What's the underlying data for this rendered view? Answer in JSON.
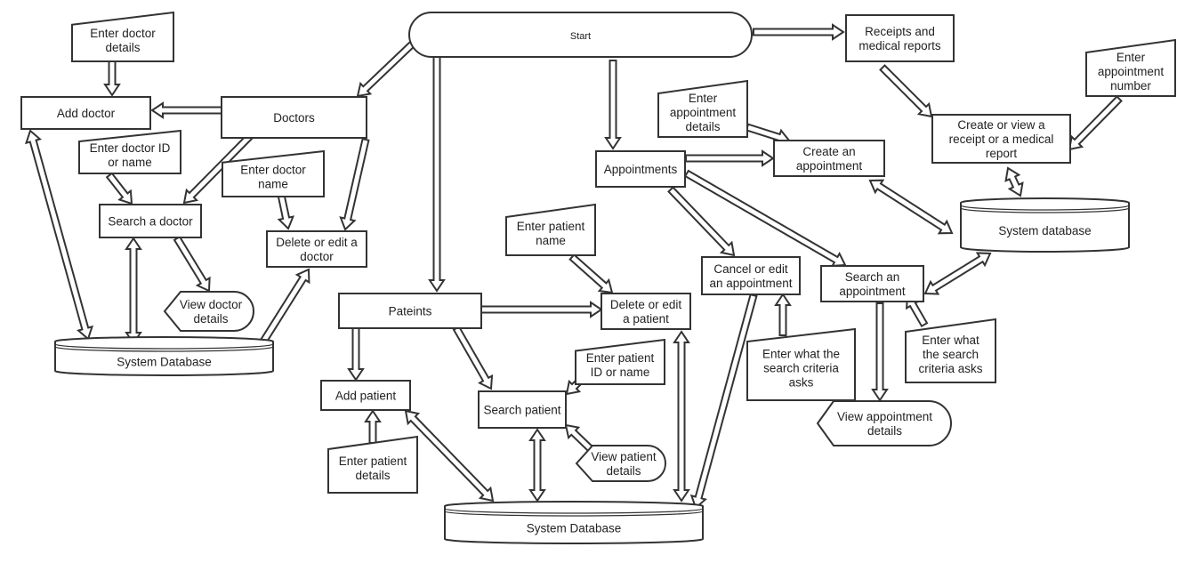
{
  "diagram": {
    "title": "Clinic management system flowchart",
    "colors": {
      "stroke": "#333333",
      "fill": "#ffffff",
      "text": "#222222"
    },
    "nodes": [
      {
        "id": "start",
        "type": "terminator",
        "lines": [
          "Start"
        ]
      },
      {
        "id": "doctors",
        "type": "process",
        "lines": [
          "Doctors"
        ]
      },
      {
        "id": "add_doctor",
        "type": "process",
        "lines": [
          "Add doctor"
        ]
      },
      {
        "id": "enter_doctor_details",
        "type": "manual-input",
        "lines": [
          "Enter doctor",
          "details"
        ]
      },
      {
        "id": "enter_doctor_id_or_name",
        "type": "manual-input",
        "lines": [
          "Enter doctor ID",
          "or name"
        ]
      },
      {
        "id": "enter_doctor_name",
        "type": "manual-input",
        "lines": [
          "Enter doctor",
          "name"
        ]
      },
      {
        "id": "search_doctor",
        "type": "process",
        "lines": [
          "Search a doctor"
        ]
      },
      {
        "id": "delete_edit_doctor",
        "type": "process",
        "lines": [
          "Delete or edit a",
          "doctor"
        ]
      },
      {
        "id": "view_doctor_details",
        "type": "display",
        "lines": [
          "View doctor",
          "details"
        ]
      },
      {
        "id": "db_doctors",
        "type": "database",
        "lines": [
          "System Database"
        ]
      },
      {
        "id": "patients",
        "type": "process",
        "lines": [
          "Pateints"
        ]
      },
      {
        "id": "enter_patient_name",
        "type": "manual-input",
        "lines": [
          "Enter patient",
          "name"
        ]
      },
      {
        "id": "delete_edit_patient",
        "type": "process",
        "lines": [
          "Delete or edit",
          "a patient"
        ]
      },
      {
        "id": "enter_patient_id_or_name",
        "type": "manual-input",
        "lines": [
          "Enter patient",
          "ID or name"
        ]
      },
      {
        "id": "add_patient",
        "type": "process",
        "lines": [
          "Add patient"
        ]
      },
      {
        "id": "search_patient",
        "type": "process",
        "lines": [
          "Search patient"
        ]
      },
      {
        "id": "enter_patient_details",
        "type": "manual-input",
        "lines": [
          "Enter patient",
          "details"
        ]
      },
      {
        "id": "view_patient_details",
        "type": "display",
        "lines": [
          "View patient",
          "details"
        ]
      },
      {
        "id": "db_patients",
        "type": "database",
        "lines": [
          "System Database"
        ]
      },
      {
        "id": "appointments",
        "type": "process",
        "lines": [
          "Appointments"
        ]
      },
      {
        "id": "enter_appointment_details",
        "type": "manual-input",
        "lines": [
          "Enter",
          "appointment",
          "details"
        ]
      },
      {
        "id": "create_appointment",
        "type": "process",
        "lines": [
          "Create an",
          "appointment"
        ]
      },
      {
        "id": "cancel_edit_appointment",
        "type": "process",
        "lines": [
          "Cancel or edit",
          "an appointment"
        ]
      },
      {
        "id": "search_appointment",
        "type": "process",
        "lines": [
          "Search an",
          "appointment"
        ]
      },
      {
        "id": "enter_search_criteria_cancel",
        "type": "manual-input",
        "lines": [
          "Enter what the",
          "search criteria",
          "asks"
        ]
      },
      {
        "id": "enter_search_criteria_search",
        "type": "manual-input",
        "lines": [
          "Enter what",
          "the search",
          "criteria asks"
        ]
      },
      {
        "id": "view_appointment_details",
        "type": "display",
        "lines": [
          "View appointment",
          "details"
        ]
      },
      {
        "id": "receipts_reports",
        "type": "process",
        "lines": [
          "Receipts and",
          "medical reports"
        ]
      },
      {
        "id": "create_view_receipt",
        "type": "process",
        "lines": [
          "Create or view a",
          "receipt or a medical",
          "report"
        ]
      },
      {
        "id": "enter_appointment_number",
        "type": "manual-input",
        "lines": [
          "Enter",
          "appointment",
          "number"
        ]
      },
      {
        "id": "db_main",
        "type": "database",
        "lines": [
          "System database"
        ]
      }
    ],
    "edges": [
      {
        "from": "start",
        "to": "doctors",
        "direction": "forward"
      },
      {
        "from": "start",
        "to": "patients",
        "direction": "forward"
      },
      {
        "from": "start",
        "to": "appointments",
        "direction": "forward"
      },
      {
        "from": "start",
        "to": "receipts_reports",
        "direction": "forward"
      },
      {
        "from": "doctors",
        "to": "add_doctor",
        "direction": "forward"
      },
      {
        "from": "enter_doctor_details",
        "to": "add_doctor",
        "direction": "forward"
      },
      {
        "from": "doctors",
        "to": "search_doctor",
        "direction": "forward"
      },
      {
        "from": "enter_doctor_id_or_name",
        "to": "search_doctor",
        "direction": "forward"
      },
      {
        "from": "doctors",
        "to": "delete_edit_doctor",
        "direction": "forward"
      },
      {
        "from": "enter_doctor_name",
        "to": "delete_edit_doctor",
        "direction": "forward"
      },
      {
        "from": "search_doctor",
        "to": "view_doctor_details",
        "direction": "forward"
      },
      {
        "from": "search_doctor",
        "to": "db_doctors",
        "direction": "both"
      },
      {
        "from": "add_doctor",
        "to": "db_doctors",
        "direction": "both"
      },
      {
        "from": "db_doctors",
        "to": "delete_edit_doctor",
        "direction": "forward"
      },
      {
        "from": "patients",
        "to": "delete_edit_patient",
        "direction": "forward"
      },
      {
        "from": "enter_patient_name",
        "to": "delete_edit_patient",
        "direction": "forward"
      },
      {
        "from": "patients",
        "to": "add_patient",
        "direction": "forward"
      },
      {
        "from": "patients",
        "to": "search_patient",
        "direction": "forward"
      },
      {
        "from": "enter_patient_id_or_name",
        "to": "search_patient",
        "direction": "forward"
      },
      {
        "from": "enter_patient_details",
        "to": "add_patient",
        "direction": "forward"
      },
      {
        "from": "view_patient_details",
        "to": "search_patient",
        "direction": "forward"
      },
      {
        "from": "add_patient",
        "to": "db_patients",
        "direction": "both"
      },
      {
        "from": "search_patient",
        "to": "db_patients",
        "direction": "both"
      },
      {
        "from": "delete_edit_patient",
        "to": "db_patients",
        "direction": "both"
      },
      {
        "from": "cancel_edit_appointment",
        "to": "db_patients",
        "direction": "forward"
      },
      {
        "from": "appointments",
        "to": "create_appointment",
        "direction": "forward"
      },
      {
        "from": "enter_appointment_details",
        "to": "create_appointment",
        "direction": "forward"
      },
      {
        "from": "appointments",
        "to": "cancel_edit_appointment",
        "direction": "forward"
      },
      {
        "from": "appointments",
        "to": "search_appointment",
        "direction": "forward"
      },
      {
        "from": "enter_search_criteria_cancel",
        "to": "cancel_edit_appointment",
        "direction": "forward"
      },
      {
        "from": "enter_search_criteria_search",
        "to": "search_appointment",
        "direction": "forward"
      },
      {
        "from": "search_appointment",
        "to": "view_appointment_details",
        "direction": "forward"
      },
      {
        "from": "create_appointment",
        "to": "db_main",
        "direction": "both"
      },
      {
        "from": "search_appointment",
        "to": "db_main",
        "direction": "both"
      },
      {
        "from": "receipts_reports",
        "to": "create_view_receipt",
        "direction": "forward"
      },
      {
        "from": "enter_appointment_number",
        "to": "create_view_receipt",
        "direction": "forward"
      },
      {
        "from": "create_view_receipt",
        "to": "db_main",
        "direction": "both"
      }
    ]
  }
}
